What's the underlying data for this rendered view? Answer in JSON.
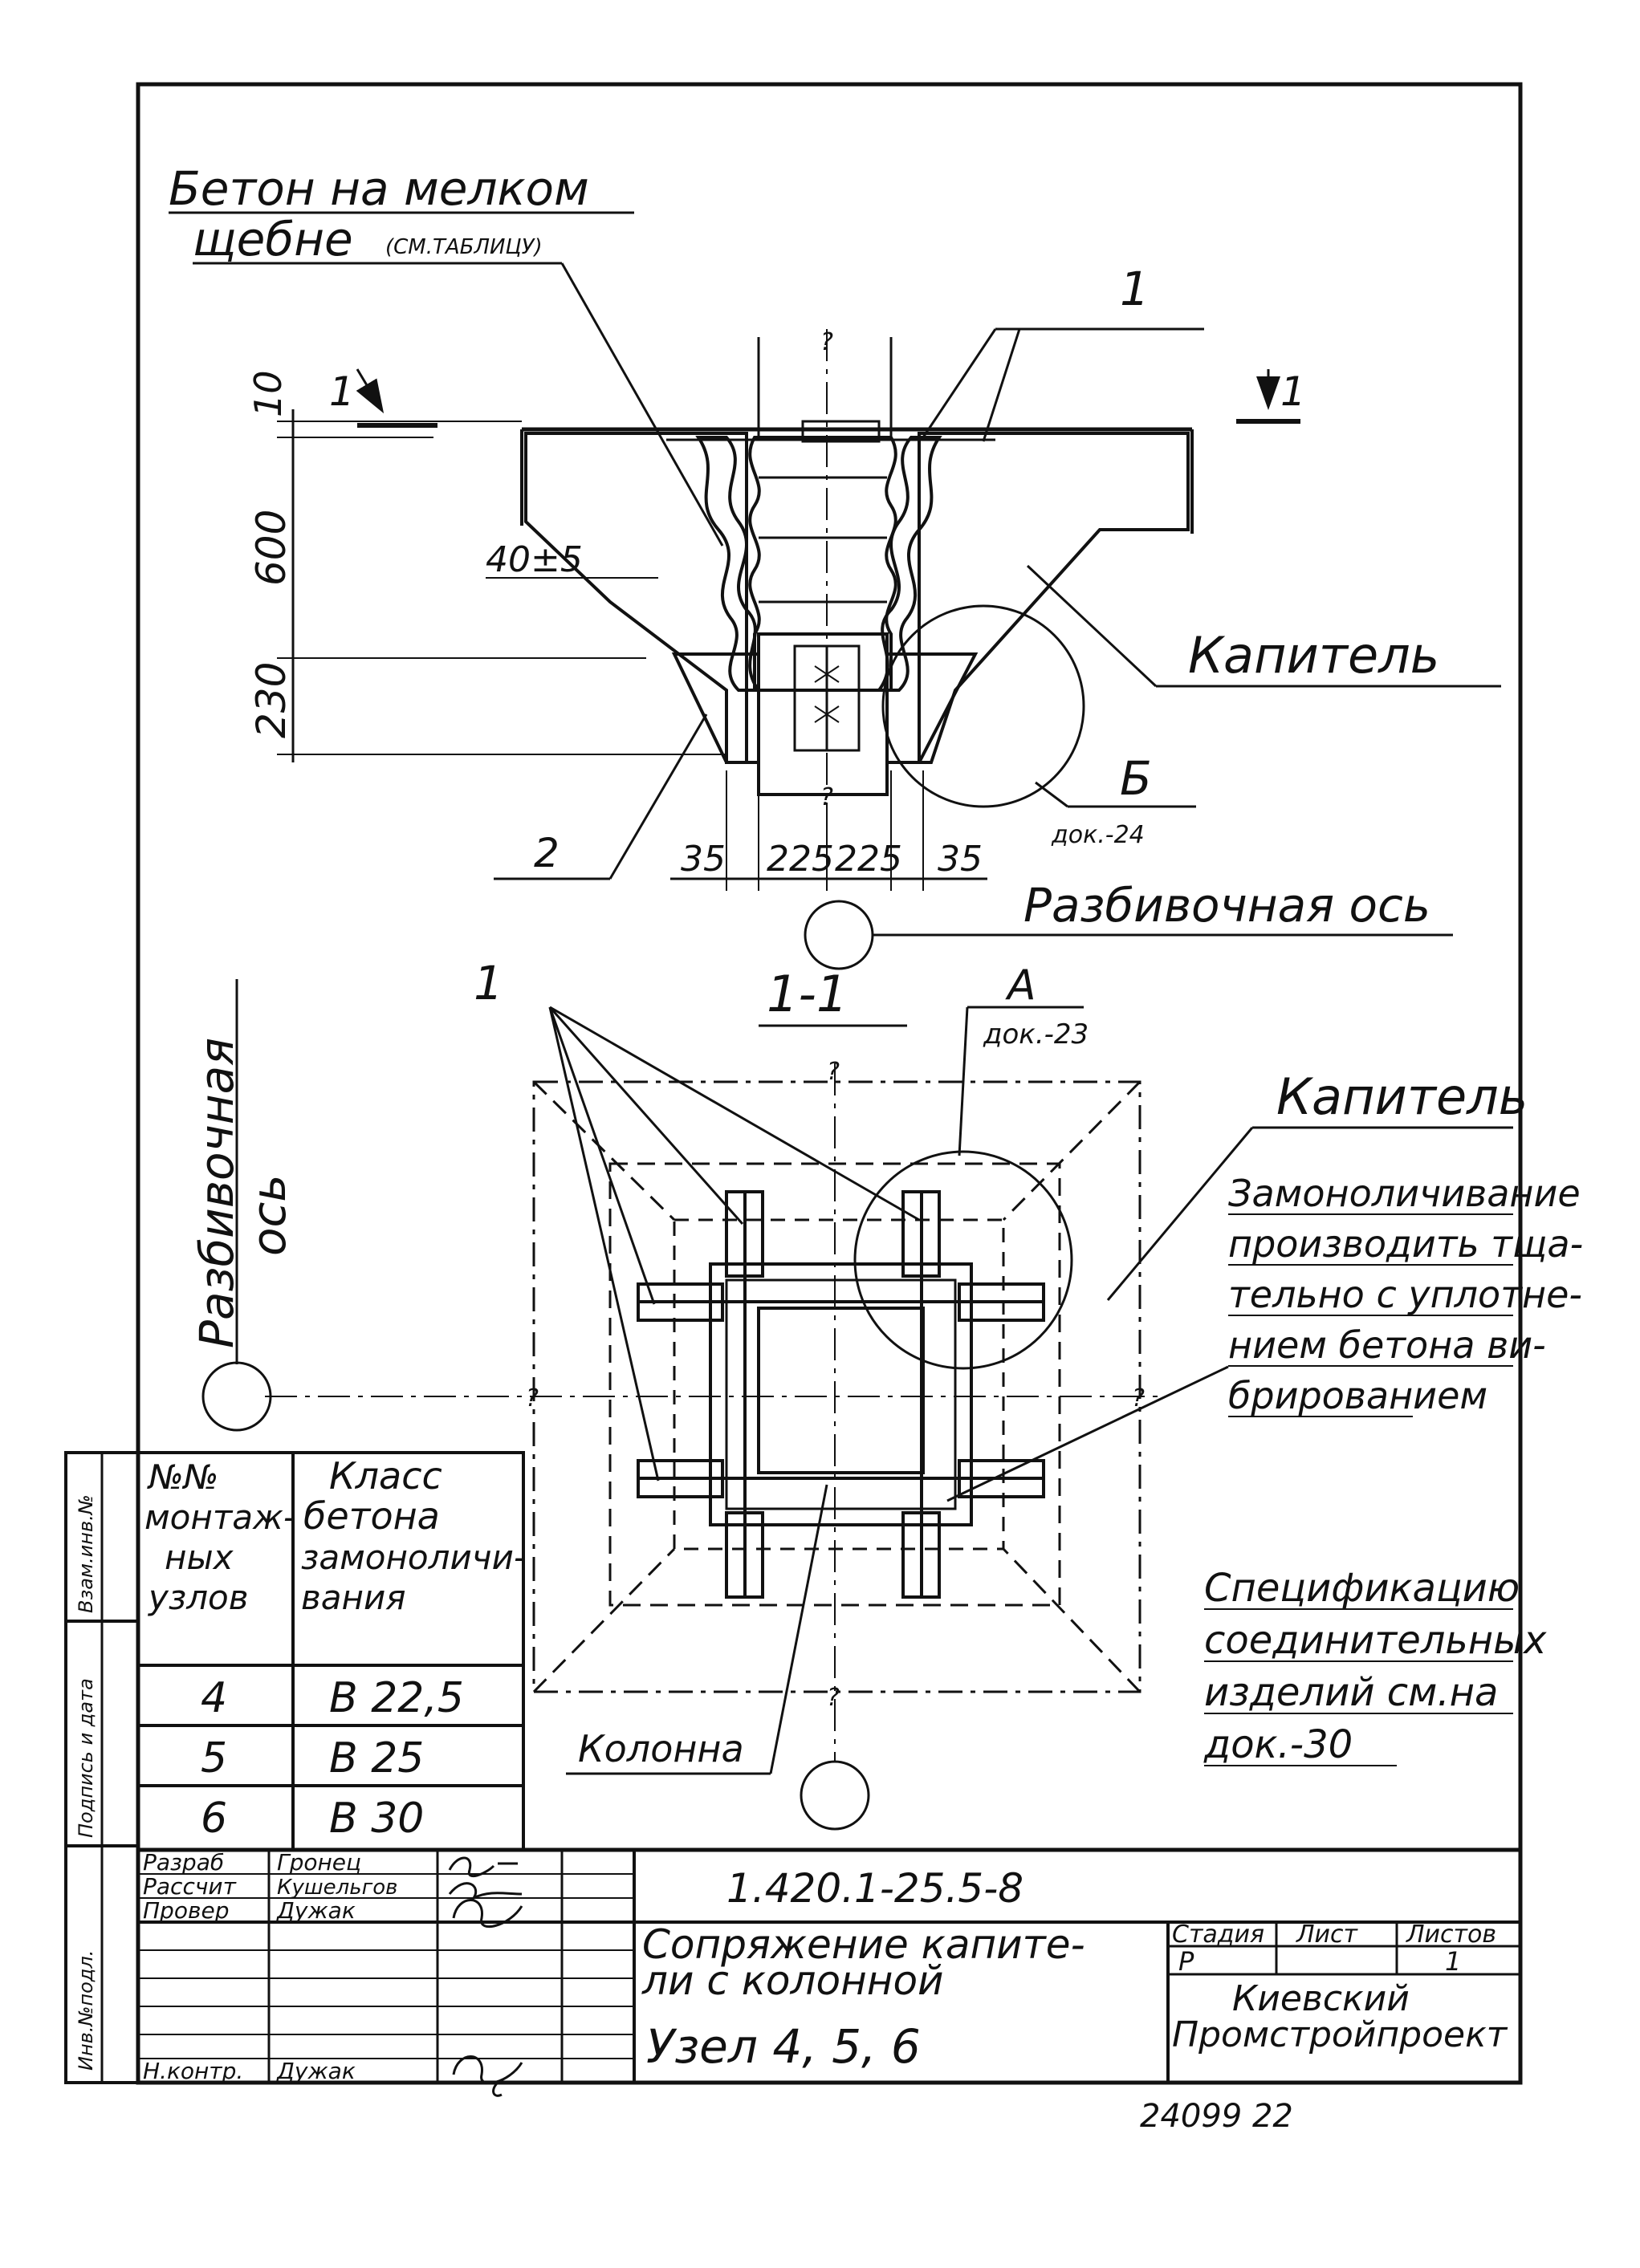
{
  "callouts": {
    "concrete_line1": "Бетон на мелком",
    "concrete_line2": "щебне",
    "concrete_ref": "(СМ.ТАБЛИЦУ)",
    "pos1_a": "1",
    "pos1_b": "1",
    "pos2": "2",
    "capital_top": "Капитель",
    "capital_plan": "Капитель",
    "detail_b": "Б",
    "detail_b_doc": "док.-24",
    "detail_a": "А",
    "detail_a_doc": "док.-23",
    "layout_axis_h": "Разбивочная ось",
    "layout_axis_v1": "Разбивочная",
    "layout_axis_v2": "ось",
    "column": "Колонна",
    "section_mark_left": "1",
    "section_mark_right": "1",
    "section_title": "1-1",
    "axis_top": "?",
    "axis_bottom": "?",
    "axis_plan_top": "?",
    "axis_plan_bottom": "?",
    "axis_plan_left": "?",
    "axis_plan_right": "?"
  },
  "dimensions": {
    "d10": "10",
    "d600": "600",
    "d230": "230",
    "d40": "40±5",
    "d35a": "35",
    "d225a": "225",
    "d225b": "225",
    "d35b": "35"
  },
  "notes": {
    "grouting": [
      "Замоноличивание",
      "производить тща-",
      "тельно с уплотне-",
      "нием бетона ви-",
      "брированием"
    ],
    "spec": [
      "Спецификацию",
      "соединительных",
      "изделий см.на",
      "док.-30"
    ]
  },
  "concrete_table": {
    "header_col1": [
      "№№",
      "монтаж-",
      "ных",
      "узлов"
    ],
    "header_col2": [
      "Класс",
      "бетона",
      "замоноличи-",
      "вания"
    ],
    "rows": [
      {
        "node": "4",
        "concrete_class": "В 22,5"
      },
      {
        "node": "5",
        "concrete_class": "В 25"
      },
      {
        "node": "6",
        "concrete_class": "В 30"
      }
    ]
  },
  "side_stamp": [
    "Инв.№подл.",
    "Подпись и дата",
    "Взам.инв.№"
  ],
  "title_block": {
    "sheet_code": "1.420.1-25.5-8",
    "roles": [
      {
        "role": "Разраб",
        "name": "Гронец"
      },
      {
        "role": "Рассчит",
        "name": "Кушельгов"
      },
      {
        "role": "Провер",
        "name": "Дужак"
      }
    ],
    "norm_control": {
      "role": "Н.контр.",
      "name": "Дужак"
    },
    "title_line1": "Сопряжение капите-",
    "title_line2": "ли с колонной",
    "node_label": "Узел 4, 5, 6",
    "stage_label": "Стадия",
    "sheet_label": "Лист",
    "sheets_label": "Листов",
    "stage_value": "Р",
    "sheets_value": "1",
    "org_line1": "Киевский",
    "org_line2": "Промстройпроект"
  },
  "archive_number": "24099 22"
}
